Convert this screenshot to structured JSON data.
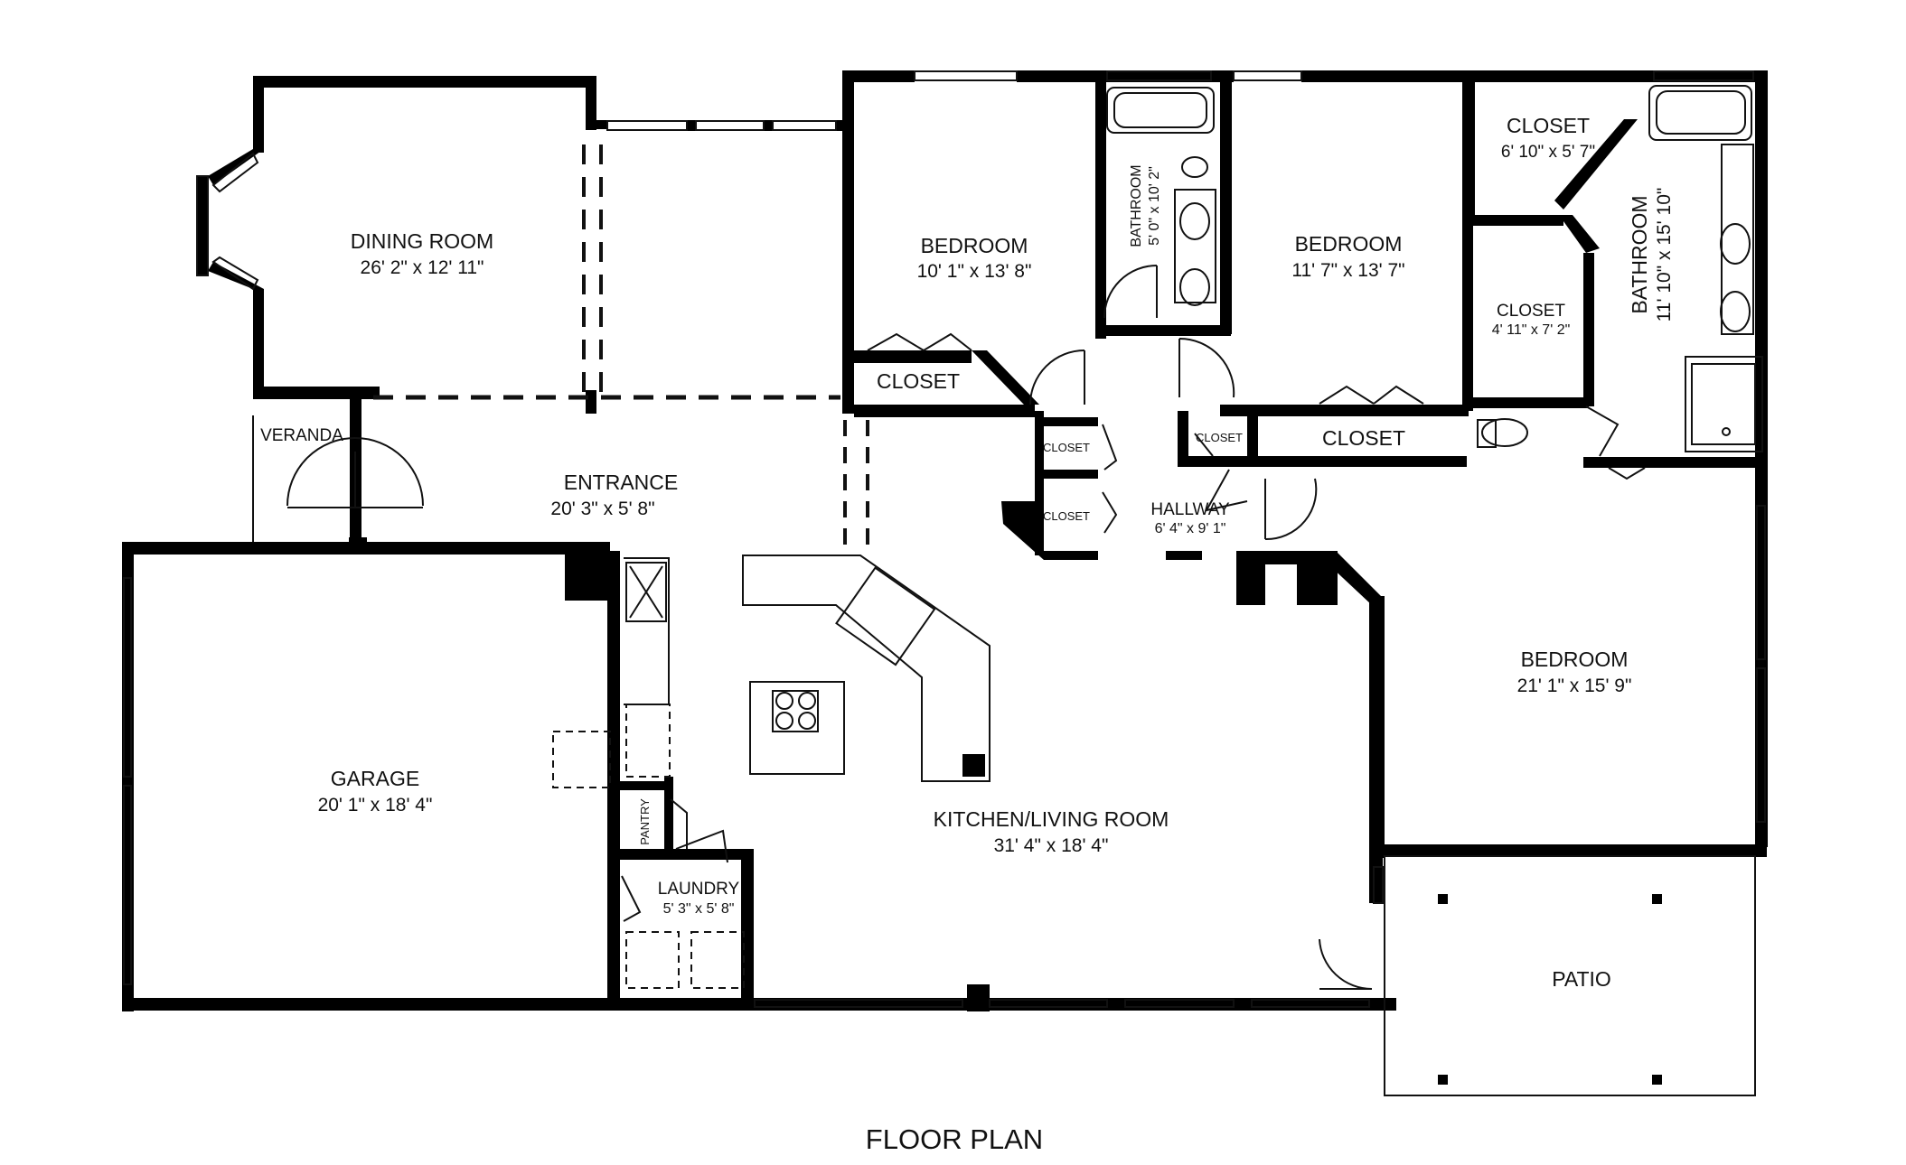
{
  "plan": {
    "title": "FLOOR PLAN",
    "rooms": {
      "dining_room": {
        "name": "DINING ROOM",
        "dims": "26' 2\" x 12' 11\""
      },
      "bedroom_1": {
        "name": "BEDROOM",
        "dims": "10' 1\" x 13' 8\""
      },
      "bathroom_1": {
        "name": "BATHROOM",
        "dims": "5' 0\" x 10' 2\""
      },
      "bedroom_2": {
        "name": "BEDROOM",
        "dims": "11' 7\" x 13' 7\""
      },
      "closet_a": {
        "name": "CLOSET",
        "dims": "6' 10\" x 5' 7\""
      },
      "closet_b": {
        "name": "CLOSET",
        "dims": "4' 11\" x 7' 2\""
      },
      "bathroom_2": {
        "name": "BATHROOM",
        "dims": "11' 10\" x 15' 10\""
      },
      "closet_bed1": {
        "name": "CLOSET"
      },
      "closet_small_1": {
        "name": "CLOSET"
      },
      "closet_small_2": {
        "name": "CLOSET"
      },
      "closet_small_3": {
        "name": "CLOSET"
      },
      "closet_bed2": {
        "name": "CLOSET"
      },
      "veranda": {
        "name": "VERANDA"
      },
      "entrance": {
        "name": "ENTRANCE",
        "dims": "20' 3\" x 5' 8\""
      },
      "hallway": {
        "name": "HALLWAY",
        "dims": "6' 4\" x 9' 1\""
      },
      "garage": {
        "name": "GARAGE",
        "dims": "20' 1\" x 18' 4\""
      },
      "kitchen_living": {
        "name": "KITCHEN/LIVING ROOM",
        "dims": "31' 4\" x 18' 4\""
      },
      "pantry": {
        "name": "PANTRY"
      },
      "laundry": {
        "name": "LAUNDRY",
        "dims": "5' 3\" x 5' 8\""
      },
      "bedroom_3": {
        "name": "BEDROOM",
        "dims": "21' 1\" x 15' 9\""
      },
      "patio": {
        "name": "PATIO"
      }
    },
    "colors": {
      "wall": "#000000",
      "line": "#111111",
      "background": "#ffffff"
    }
  }
}
